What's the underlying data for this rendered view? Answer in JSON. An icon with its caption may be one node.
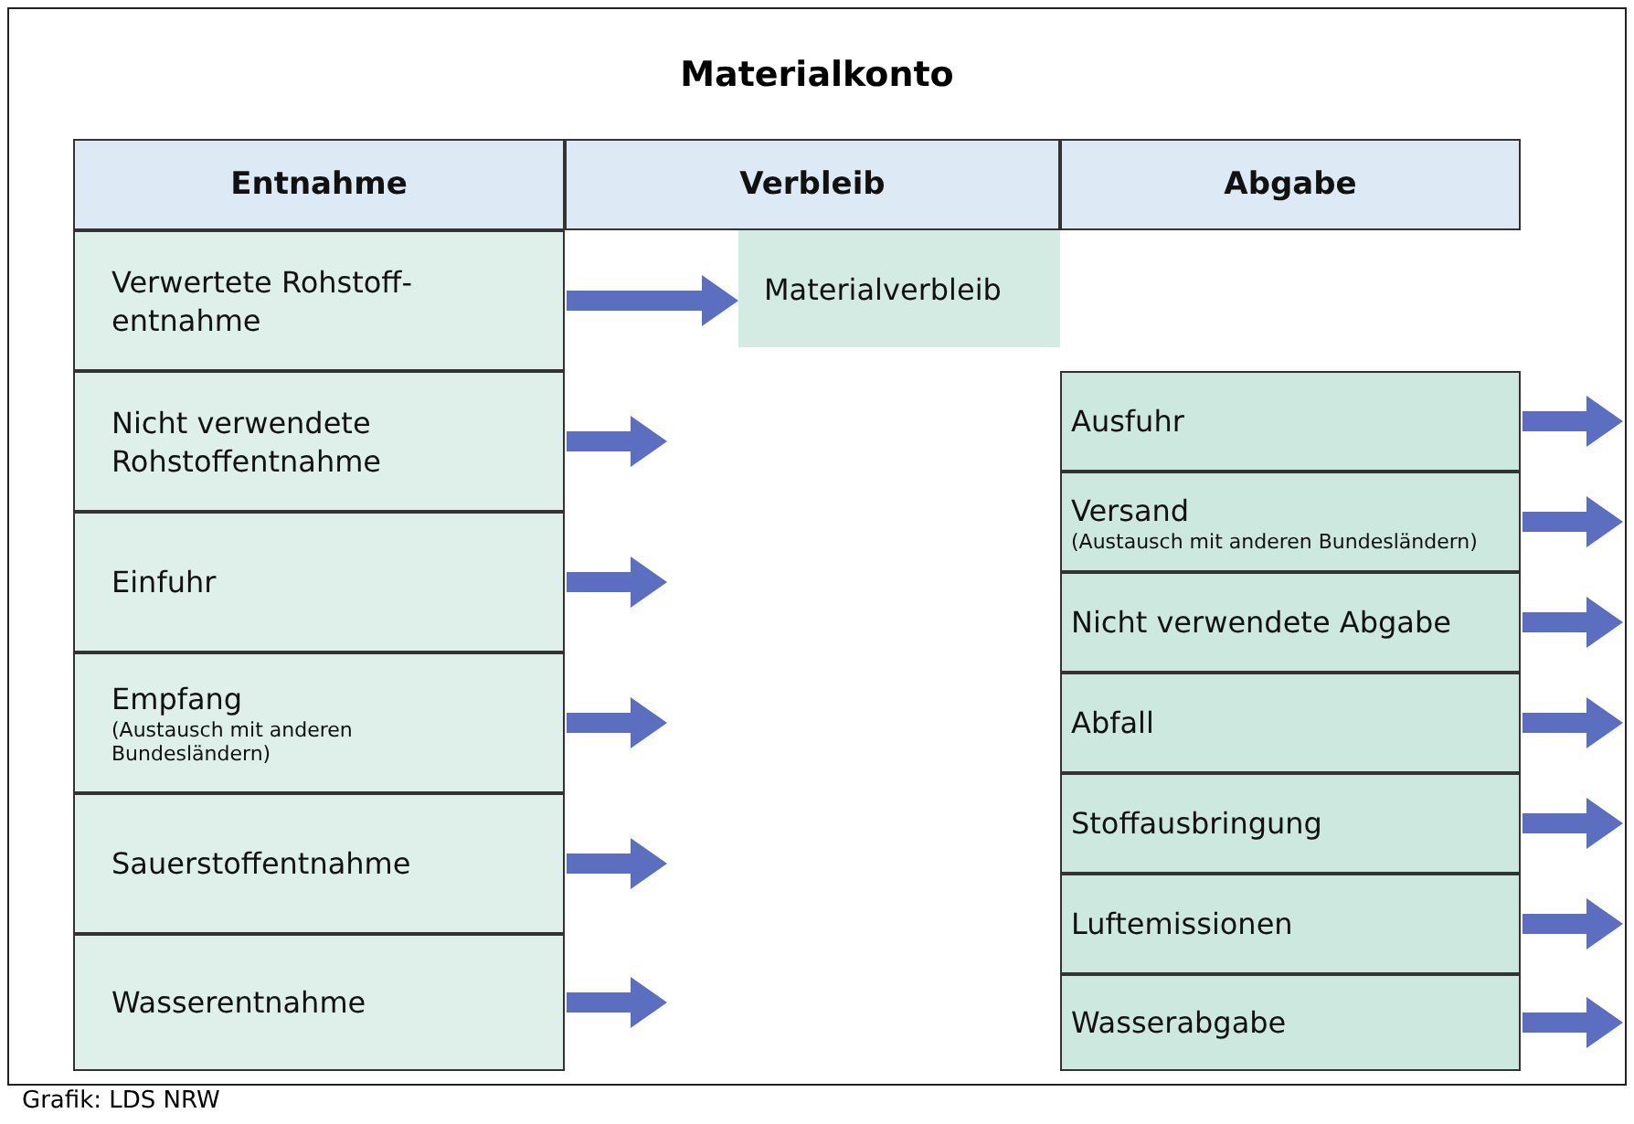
{
  "diagram": {
    "title": "Materialkonto",
    "caption": "Grafik: LDS NRW",
    "nodes": [
      {
        "text": [
          "Entnahme"
        ]
      },
      {
        "text": [
          "Verbleib"
        ]
      },
      {
        "text": [
          "Abgabe"
        ]
      },
      {
        "text": [
          "Verwertete Rohstoff-entnahme"
        ]
      },
      {
        "text": [
          "Materialverbleib"
        ]
      },
      {
        "text": [
          "Nicht verwendete Rohstoffentnahme"
        ]
      },
      {
        "text": [
          "Einfuhr"
        ]
      },
      {
        "text": [
          "Empfang",
          "(Austausch mit anderen Bundesländern)"
        ]
      },
      {
        "text": [
          "Sauerstoffentnahme"
        ]
      },
      {
        "text": [
          "Wasserentnahme"
        ]
      },
      {
        "text": [
          "Ausfuhr"
        ]
      },
      {
        "text": [
          "Versand",
          "(Austausch mit anderen Bundesländern)"
        ]
      },
      {
        "text": [
          "Nicht verwendete Abgabe"
        ]
      },
      {
        "text": [
          "Abfall"
        ]
      },
      {
        "text": [
          "Stoffausbringung"
        ]
      },
      {
        "text": [
          "Luftemissionen"
        ]
      },
      {
        "text": [
          "Wasserabgabe"
        ]
      }
    ],
    "edges": [
      {
        "from": 3,
        "to": 4,
        "arrow": "to"
      },
      {
        "from": 5,
        "to": null,
        "arrow": "to"
      },
      {
        "from": 6,
        "to": null,
        "arrow": "to"
      },
      {
        "from": 7,
        "to": null,
        "arrow": "to"
      },
      {
        "from": 8,
        "to": null,
        "arrow": "to"
      },
      {
        "from": 9,
        "to": null,
        "arrow": "to"
      },
      {
        "from": 10,
        "to": null,
        "arrow": "to"
      },
      {
        "from": 11,
        "to": null,
        "arrow": "to"
      },
      {
        "from": 12,
        "to": null,
        "arrow": "to"
      },
      {
        "from": 13,
        "to": null,
        "arrow": "to"
      },
      {
        "from": 14,
        "to": null,
        "arrow": "to"
      },
      {
        "from": 15,
        "to": null,
        "arrow": "to"
      },
      {
        "from": 16,
        "to": null,
        "arrow": "to"
      }
    ]
  }
}
